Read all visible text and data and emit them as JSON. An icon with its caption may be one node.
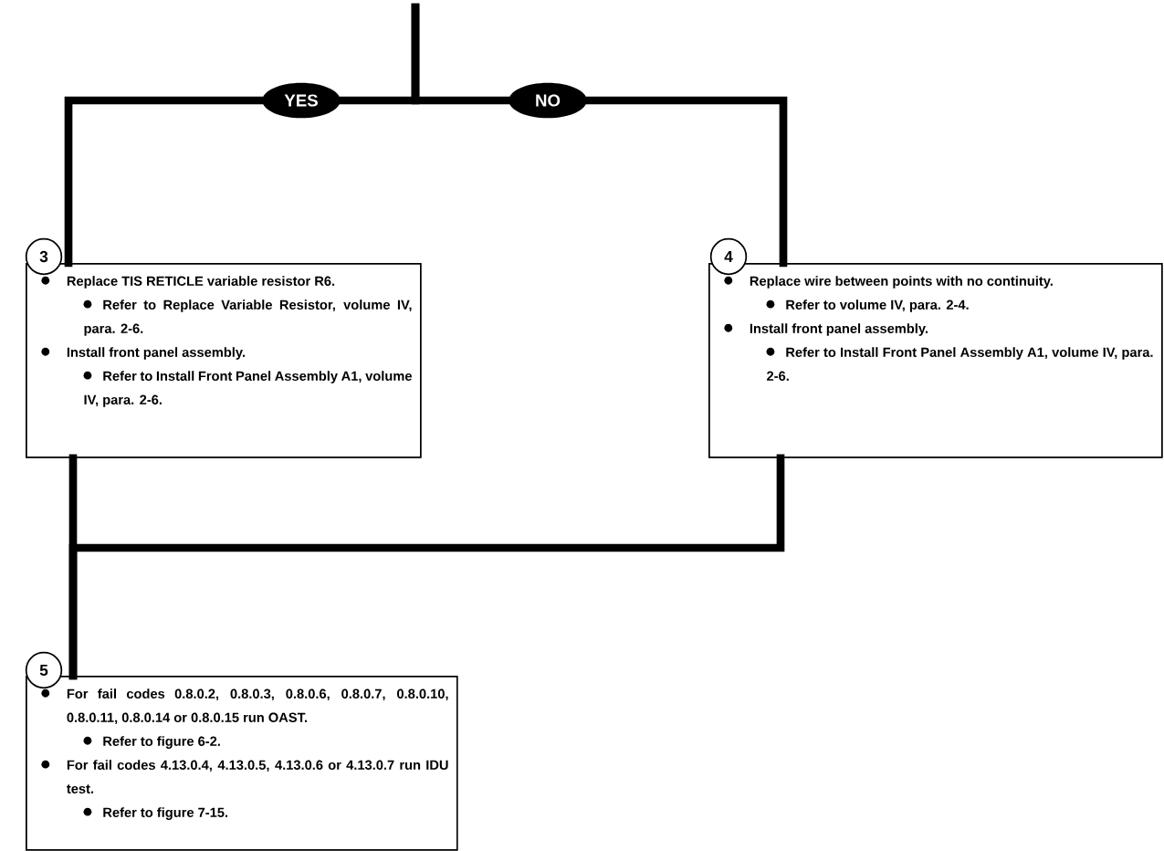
{
  "diagram": {
    "nodes": [
      {
        "text": [
          "3",
          "Replace TIS RETICLE variable resistor R6.",
          "Refer to Replace Variable Resistor, volume IV, para. 2-6.",
          "Install front panel assembly.",
          "Refer to Install Front Panel Assembly A1, volume IV, para. 2-6."
        ]
      },
      {
        "text": [
          "4",
          "Replace wire between points with no continuity.",
          "Refer to volume IV, para. 2-4.",
          "Install front panel assembly.",
          "Refer to Install Front Panel Assembly A1, volume IV, para. 2-6."
        ]
      },
      {
        "text": [
          "5",
          "For fail codes 0.8.0.2, 0.8.0.3, 0.8.0.6, 0.8.0.7, 0.8.0.10, 0.8.0.11, 0.8.0.14 or 0.8.0.15 run OAST.",
          "Refer to figure 6-2.",
          "For fail codes 4.13.0.4, 4.13.0.5, 4.13.0.6 or 4.13.0.7 run IDU test.",
          "Refer to figure 7-15."
        ]
      }
    ],
    "edges": [
      {
        "from": null,
        "to": 0,
        "arrow": "none",
        "label": "YES"
      },
      {
        "from": null,
        "to": 1,
        "arrow": "none",
        "label": "NO"
      },
      {
        "from": 0,
        "to": 2,
        "arrow": "none"
      },
      {
        "from": 1,
        "to": 2,
        "arrow": "none"
      }
    ]
  }
}
